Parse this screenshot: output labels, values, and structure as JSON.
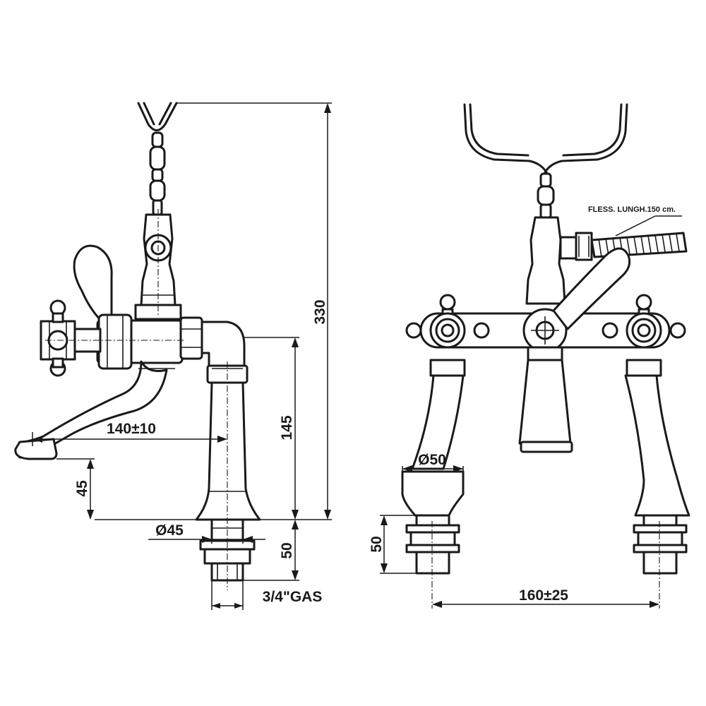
{
  "side_view": {
    "dimensions": {
      "total_height": "330",
      "spout_to_centre": "145",
      "spout_reach": "140±10",
      "spout_height": "45",
      "base_diameter": "Ø45",
      "shank_length": "50",
      "thread": "3/4\"GAS"
    }
  },
  "front_view": {
    "dimensions": {
      "leg_diameter": "Ø50",
      "shank_length": "50",
      "centres": "160±25"
    },
    "hose_note": "FLESS. LUNGH.150 cm."
  }
}
